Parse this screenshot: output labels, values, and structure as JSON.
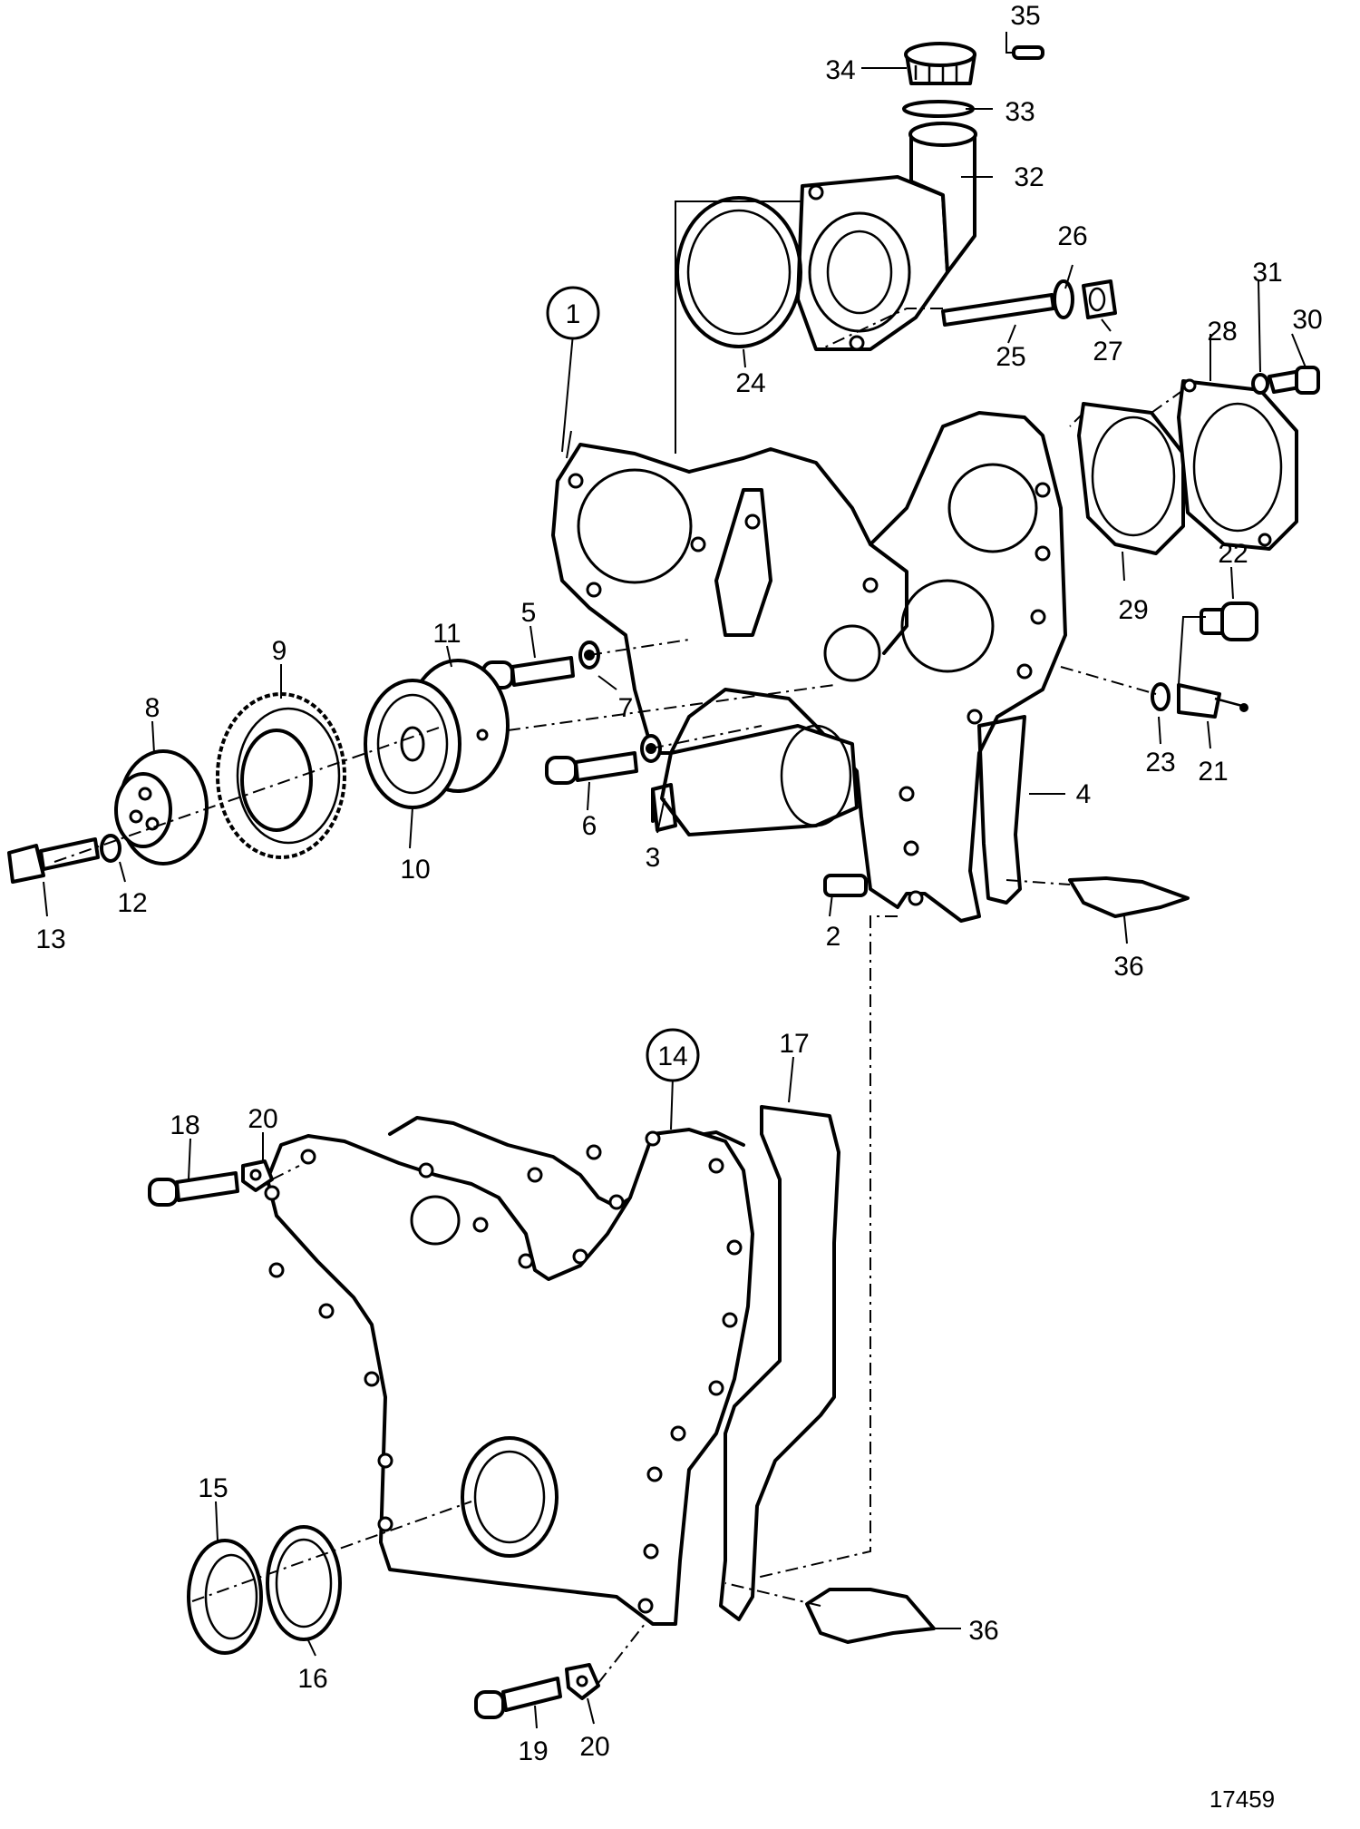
{
  "drawing_number": "17459",
  "callouts": {
    "c1": "1",
    "c2": "2",
    "c3": "3",
    "c4": "4",
    "c5": "5",
    "c6": "6",
    "c7": "7",
    "c7b": "7",
    "c8": "8",
    "c9": "9",
    "c10": "10",
    "c11": "11",
    "c12": "12",
    "c13": "13",
    "c14": "14",
    "c15": "15",
    "c16": "16",
    "c17": "17",
    "c18": "18",
    "c19": "19",
    "c20a": "20",
    "c20b": "20",
    "c21": "21",
    "c22": "22",
    "c23": "23",
    "c24": "24",
    "c25": "25",
    "c26": "26",
    "c27": "27",
    "c28": "28",
    "c29": "29",
    "c30": "30",
    "c31": "31",
    "c32": "32",
    "c33": "33",
    "c34": "34",
    "c35": "35",
    "c36a": "36",
    "c36b": "36"
  }
}
